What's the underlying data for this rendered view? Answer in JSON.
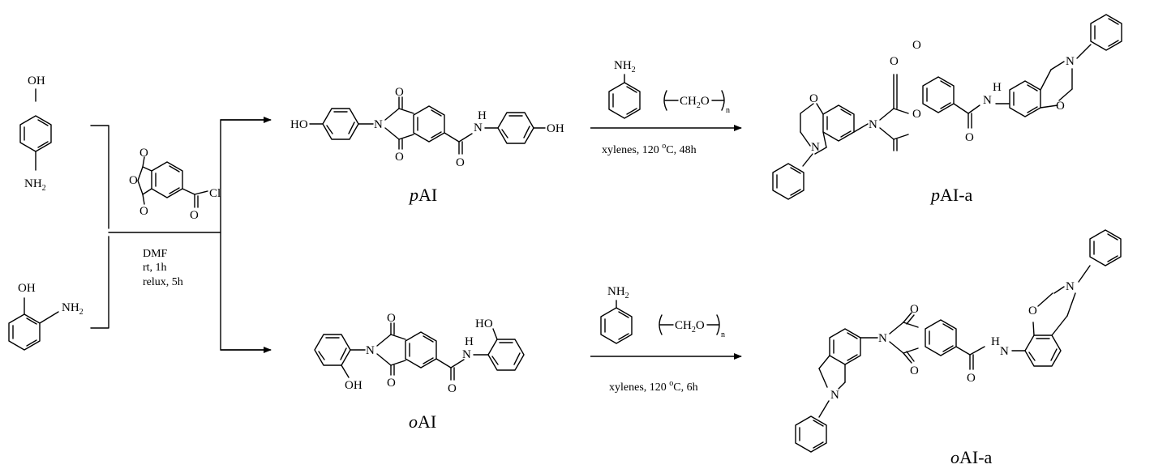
{
  "reactants": {
    "aminophenol_para": {
      "oh": "OH",
      "nh": "NH",
      "nh_sub": "2"
    },
    "aminophenol_ortho": {
      "oh": "OH",
      "nh": "NH",
      "nh_sub": "2"
    }
  },
  "reagent": {
    "o_top": "O",
    "o_bottom": "O",
    "o_ring": "O",
    "o_acyl": "O",
    "cl": "Cl"
  },
  "conditions_step1": {
    "solvent": "DMF",
    "line1": "rt, 1h",
    "line2": "relux, 5h"
  },
  "pAI": {
    "name_italic": "p",
    "name_rest": "AI",
    "ho_left": "HO",
    "n_imide": "N",
    "o_top": "O",
    "o_bottom": "O",
    "o_amide": "O",
    "nh_amide": "H",
    "n_amide": "N",
    "oh_right": "OH"
  },
  "oAI": {
    "name_italic": "o",
    "name_rest": "AI",
    "n_imide": "N",
    "o_top": "O",
    "o_bottom": "O",
    "oh_left": "OH",
    "o_amide": "O",
    "nh_amide": "H",
    "n_amide": "N",
    "ho_right": "HO"
  },
  "step2_top": {
    "aniline_nh": "NH",
    "aniline_sub": "2",
    "paraform": "CH",
    "paraform_sub": "2",
    "paraform_o": "O",
    "paraform_n": "n",
    "cond_a": "xylenes, 120 ",
    "cond_deg": "o",
    "cond_b": "C, 48h"
  },
  "step2_bottom": {
    "aniline_nh": "NH",
    "aniline_sub": "2",
    "paraform": "CH",
    "paraform_sub": "2",
    "paraform_o": "O",
    "paraform_n": "n",
    "cond_a": "xylenes, 120 ",
    "cond_deg": "o",
    "cond_b": "C, 6h"
  },
  "pAIa": {
    "name_italic": "p",
    "name_rest": "AI-a",
    "o_left_ring": "O",
    "n_left_ring": "N",
    "n_imide": "N",
    "o_top": "O",
    "o_bottom": "O",
    "o_amide": "O",
    "h_amide": "H",
    "n_amide": "N",
    "n_right_ring": "N",
    "o_right_ring": "O"
  },
  "oAIa": {
    "name_italic": "o",
    "name_rest": "AI-a",
    "n_imide": "N",
    "o_top": "O",
    "o_bottom": "O",
    "n_left_ring": "N",
    "o_amide": "O",
    "h_amide": "H",
    "n_amide": "N",
    "o_right_ring": "O",
    "n_right_ring": "N"
  }
}
